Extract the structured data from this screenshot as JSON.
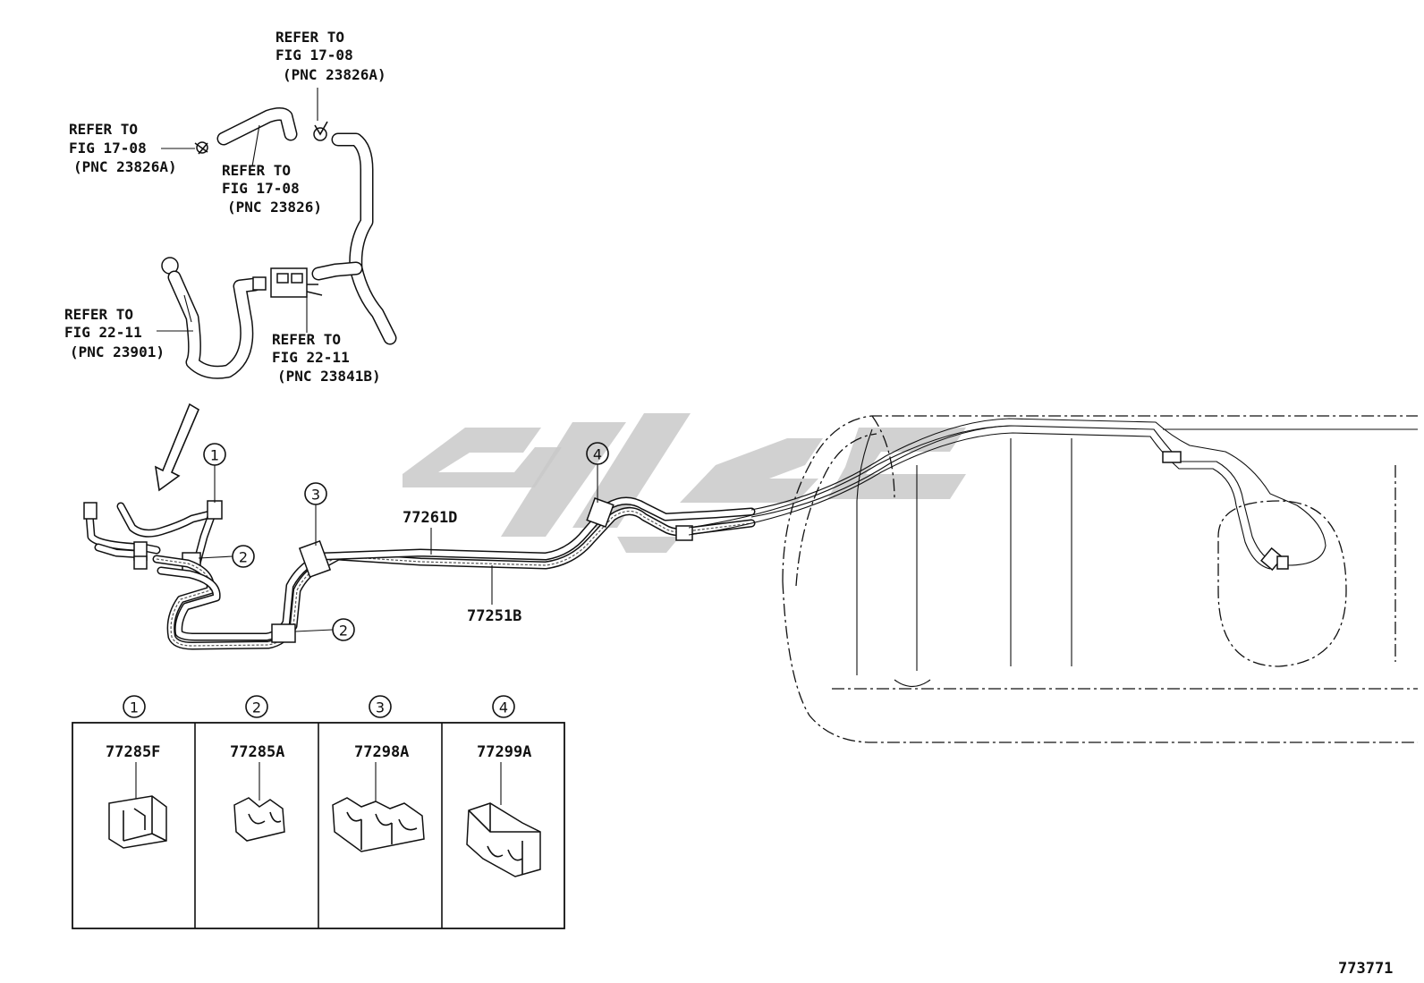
{
  "figure_number": "773771",
  "references": [
    {
      "line1": "REFER TO",
      "line2": "FIG 17-08",
      "line3": "(PNC 23826A)"
    },
    {
      "line1": "REFER TO",
      "line2": "FIG 17-08",
      "line3": "(PNC 23826A)"
    },
    {
      "line1": "REFER TO",
      "line2": "FIG 17-08",
      "line3": "(PNC 23826)"
    },
    {
      "line1": "REFER TO",
      "line2": "FIG 22-11",
      "line3": "(PNC 23901)"
    },
    {
      "line1": "REFER TO",
      "line2": "FIG 22-11",
      "line3": "(PNC 23841B)"
    }
  ],
  "part_labels": {
    "tube_upper": "77261D",
    "tube_lower": "77251B"
  },
  "callouts": [
    "1",
    "2",
    "3",
    "2",
    "4"
  ],
  "legend": [
    {
      "number": "1",
      "part": "77285F"
    },
    {
      "number": "2",
      "part": "77285A"
    },
    {
      "number": "3",
      "part": "77298A"
    },
    {
      "number": "4",
      "part": "77299A"
    }
  ]
}
